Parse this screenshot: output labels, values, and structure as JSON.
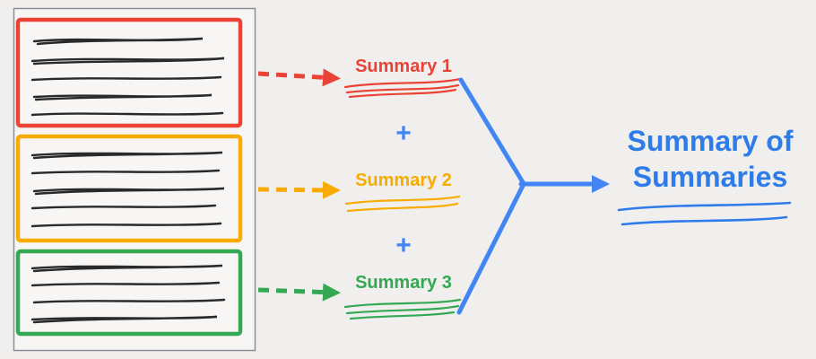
{
  "colors": {
    "background": "#f0efee",
    "document_border": "#8a8f98",
    "ink": "#2a2a2a",
    "red": "#EA4335",
    "yellow": "#F9AB00",
    "green": "#34A853",
    "blue": "#4285F4",
    "title_blue": "#2E7BEA"
  },
  "document": {
    "sections": [
      {
        "id": "section-1",
        "color": "#EA4335",
        "text_lines": 5
      },
      {
        "id": "section-2",
        "color": "#F9AB00",
        "text_lines": 5
      },
      {
        "id": "section-3",
        "color": "#34A853",
        "text_lines": 4
      }
    ]
  },
  "summaries": [
    {
      "label": "Summary 1",
      "color": "#EA4335"
    },
    {
      "label": "Summary 2",
      "color": "#F9AB00"
    },
    {
      "label": "Summary 3",
      "color": "#34A853"
    }
  ],
  "operators": [
    "+",
    "+"
  ],
  "output": {
    "line1": "Summary of",
    "line2": "Summaries",
    "color": "#2E7BEA"
  }
}
